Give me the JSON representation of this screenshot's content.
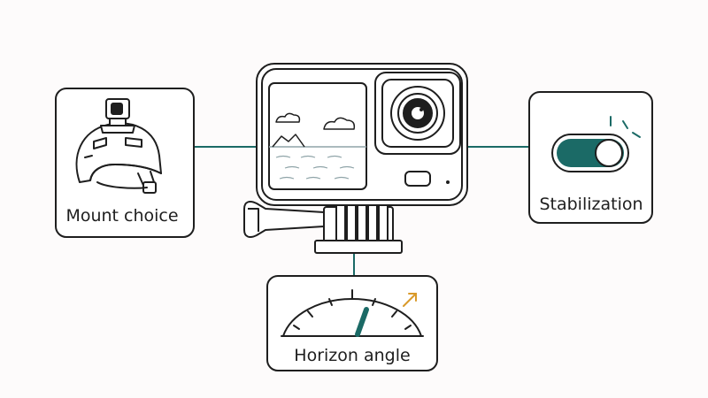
{
  "labels": {
    "mount": "Mount choice",
    "stabilization": "Stabilization",
    "horizon": "Horizon angle"
  },
  "colors": {
    "background": "#fdfbfb",
    "ink": "#1e1e1e",
    "teal": "#1b6a66",
    "amber": "#d99a2b",
    "sea": "#8fa4a8"
  },
  "stabilization_toggle": {
    "on": true
  },
  "horizon_gauge": {
    "needle_state": "tilted-right"
  }
}
